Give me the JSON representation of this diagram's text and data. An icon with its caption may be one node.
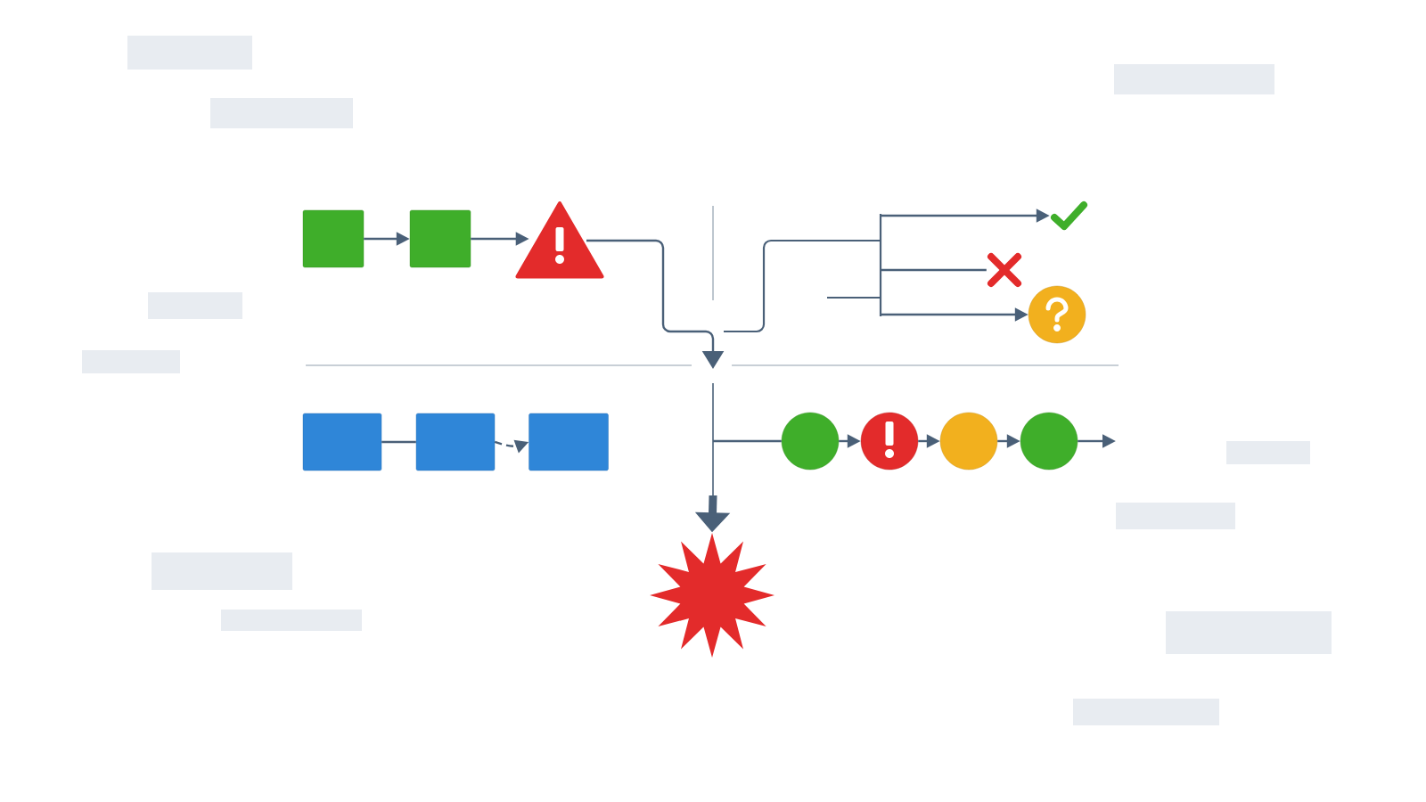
{
  "diagram": {
    "nodes": [
      {
        "text": [],
        "shape": "box"
      },
      {
        "text": [],
        "shape": "box"
      },
      {
        "text": [],
        "shape": "triangle"
      },
      {
        "text": [],
        "shape": "check"
      },
      {
        "text": [],
        "shape": "cross"
      },
      {
        "text": [],
        "shape": "circle"
      },
      {
        "text": [],
        "shape": "box"
      },
      {
        "text": [],
        "shape": "box"
      },
      {
        "text": [],
        "shape": "box"
      },
      {
        "text": [],
        "shape": "circle"
      },
      {
        "text": [],
        "shape": "circle"
      },
      {
        "text": [],
        "shape": "circle"
      },
      {
        "text": [],
        "shape": "circle"
      },
      {
        "text": [],
        "shape": "star"
      }
    ],
    "edges": [
      {
        "from": 0,
        "to": 1,
        "arrow": "to"
      },
      {
        "from": 1,
        "to": 2,
        "arrow": "to"
      },
      {
        "from": 2,
        "to": null,
        "arrow": "to"
      },
      {
        "from": null,
        "to": 3,
        "arrow": "to"
      },
      {
        "from": null,
        "to": 4,
        "arrow": "none"
      },
      {
        "from": null,
        "to": 5,
        "arrow": "to"
      },
      {
        "from": 6,
        "to": 7,
        "arrow": "none"
      },
      {
        "from": 7,
        "to": 8,
        "arrow": "to",
        "style": "dashed"
      },
      {
        "from": 9,
        "to": 10,
        "arrow": "to"
      },
      {
        "from": 10,
        "to": 11,
        "arrow": "to"
      },
      {
        "from": 11,
        "to": 12,
        "arrow": "to"
      },
      {
        "from": 12,
        "to": null,
        "arrow": "to"
      },
      {
        "from": null,
        "to": 9,
        "arrow": "none"
      },
      {
        "from": null,
        "to": 13,
        "arrow": "to",
        "style": "thick"
      }
    ]
  }
}
